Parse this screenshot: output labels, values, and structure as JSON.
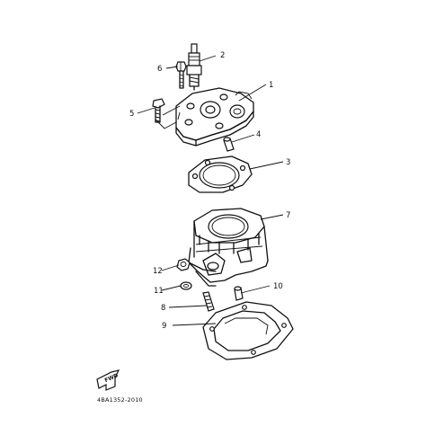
{
  "callouts": [
    {
      "label": "1",
      "part": "cylinder-head"
    },
    {
      "label": "2",
      "part": "spark-plug"
    },
    {
      "label": "3",
      "part": "cylinder-head-gasket"
    },
    {
      "label": "4",
      "part": "dowel-pin"
    },
    {
      "label": "5",
      "part": "bolt"
    },
    {
      "label": "6",
      "part": "stud-bolt"
    },
    {
      "label": "7",
      "part": "cylinder"
    },
    {
      "label": "8",
      "part": "stud-bolt"
    },
    {
      "label": "9",
      "part": "cylinder-gasket"
    },
    {
      "label": "10",
      "part": "dowel-pin"
    },
    {
      "label": "11",
      "part": "washer"
    },
    {
      "label": "12",
      "part": "nut"
    }
  ],
  "direction_marker": {
    "label": "FWD"
  },
  "figure_code": "4BA1352-2010"
}
